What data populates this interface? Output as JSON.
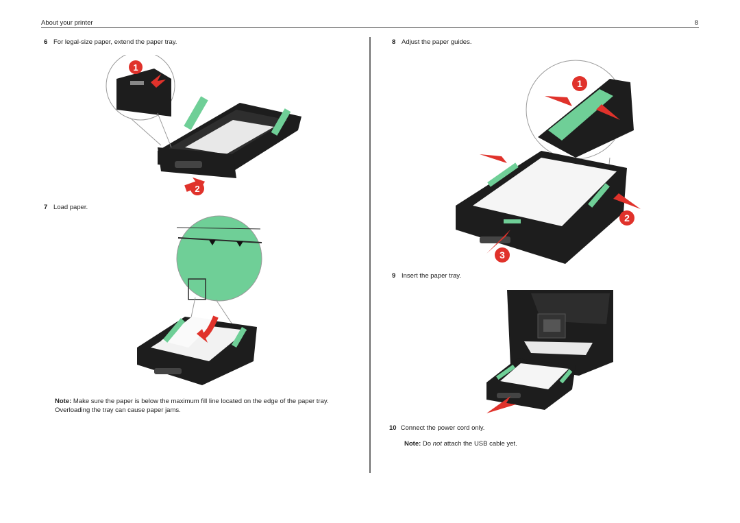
{
  "header": {
    "section_title": "About your printer",
    "page_number": "8"
  },
  "left_column": {
    "step6": {
      "number": "6",
      "text": "For legal-size paper, extend the paper tray."
    },
    "step7": {
      "number": "7",
      "text": "Load paper."
    },
    "note": {
      "label": "Note:",
      "text": " Make sure the paper is below the maximum fill line located on the edge of the paper tray. Overloading the tray can cause paper jams."
    }
  },
  "right_column": {
    "step8": {
      "number": "8",
      "text": "Adjust the paper guides."
    },
    "step9": {
      "number": "9",
      "text": "Insert the paper tray."
    },
    "step10": {
      "number": "10",
      "text": "Connect the power cord only."
    },
    "note": {
      "label": "Note:",
      "pre": " Do ",
      "em": "not",
      "post": " attach the USB cable yet."
    }
  },
  "figure_callouts": {
    "fig6": [
      "1",
      "2"
    ],
    "fig8": [
      "1",
      "2",
      "3"
    ]
  },
  "colors": {
    "accent_red": "#e0322b",
    "guide_green": "#6fcf97",
    "tray_black": "#1d1d1d"
  }
}
